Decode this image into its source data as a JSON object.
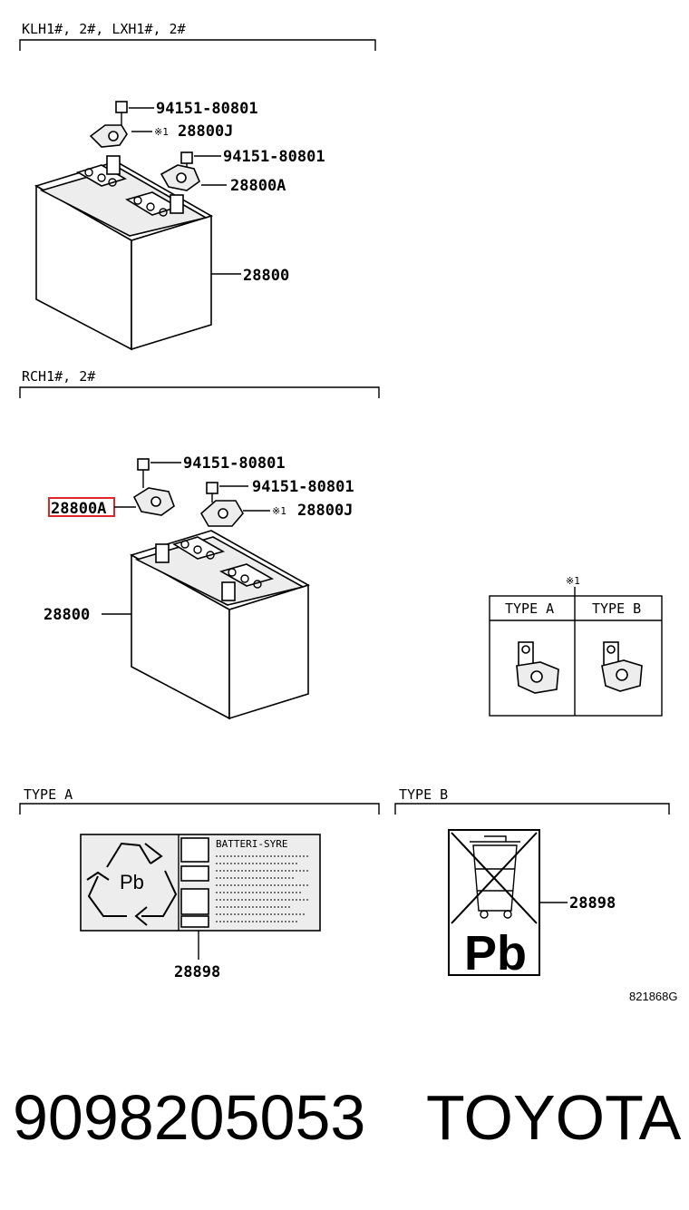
{
  "sections": {
    "klh": "KLH1#, 2#, LXH1#, 2#",
    "rch": "RCH1#, 2#",
    "type_a": "TYPE A",
    "type_b": "TYPE B"
  },
  "parts": {
    "klh_bolt_1": "94151-80801",
    "klh_clamp_j": "28800J",
    "klh_mark_1": "※1",
    "klh_bolt_2": "94151-80801",
    "klh_clamp_a": "28800A",
    "klh_battery": "28800",
    "rch_bolt_1": "94151-80801",
    "rch_bolt_2": "94151-80801",
    "rch_clamp_a": "28800A",
    "rch_mark_1": "※1",
    "rch_clamp_j": "28800J",
    "rch_battery": "28800",
    "label_a": "28898",
    "label_b": "28898"
  },
  "type_table": {
    "mark": "※1",
    "col_a": "TYPE A",
    "col_b": "TYPE B"
  },
  "label_a": {
    "heading": "BATTERI-SYRE",
    "pb": "Pb"
  },
  "label_b": {
    "pb": "Pb"
  },
  "illustration_number": "821868G",
  "footer": {
    "part_number": "9098205053",
    "brand": "TOYOTA"
  },
  "colors": {
    "highlight": "#e0262b",
    "ink": "#000000"
  }
}
